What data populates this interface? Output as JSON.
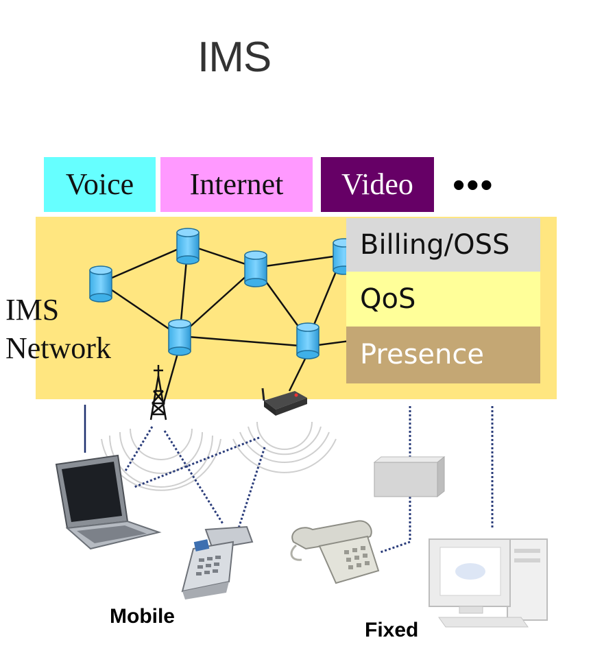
{
  "title": "IMS",
  "services": [
    {
      "label": "Voice",
      "bg": "#66ffff",
      "color": "#111111"
    },
    {
      "label": "Internet",
      "bg": "#ff99ff",
      "color": "#111111"
    },
    {
      "label": "Video",
      "bg": "#660066",
      "color": "#ffffff"
    }
  ],
  "services_more": "•••",
  "network_label": {
    "line1": "IMS",
    "line2": "Network"
  },
  "network_bg": "#ffe680",
  "layers": [
    {
      "label": "Billing/OSS",
      "bg": "#d9d9d9",
      "color": "#111111"
    },
    {
      "label": "QoS",
      "bg": "#ffff99",
      "color": "#111111"
    },
    {
      "label": "Presence",
      "bg": "#c4a774",
      "color": "#ffffff"
    }
  ],
  "captions": {
    "mobile": "Mobile",
    "fixed": "Fixed"
  },
  "icons": [
    "database-node-icon",
    "cell-tower-icon",
    "wireless-router-icon",
    "laptop-icon",
    "mobile-phone-icon",
    "desk-phone-icon",
    "gateway-box-icon",
    "desktop-computer-icon"
  ]
}
